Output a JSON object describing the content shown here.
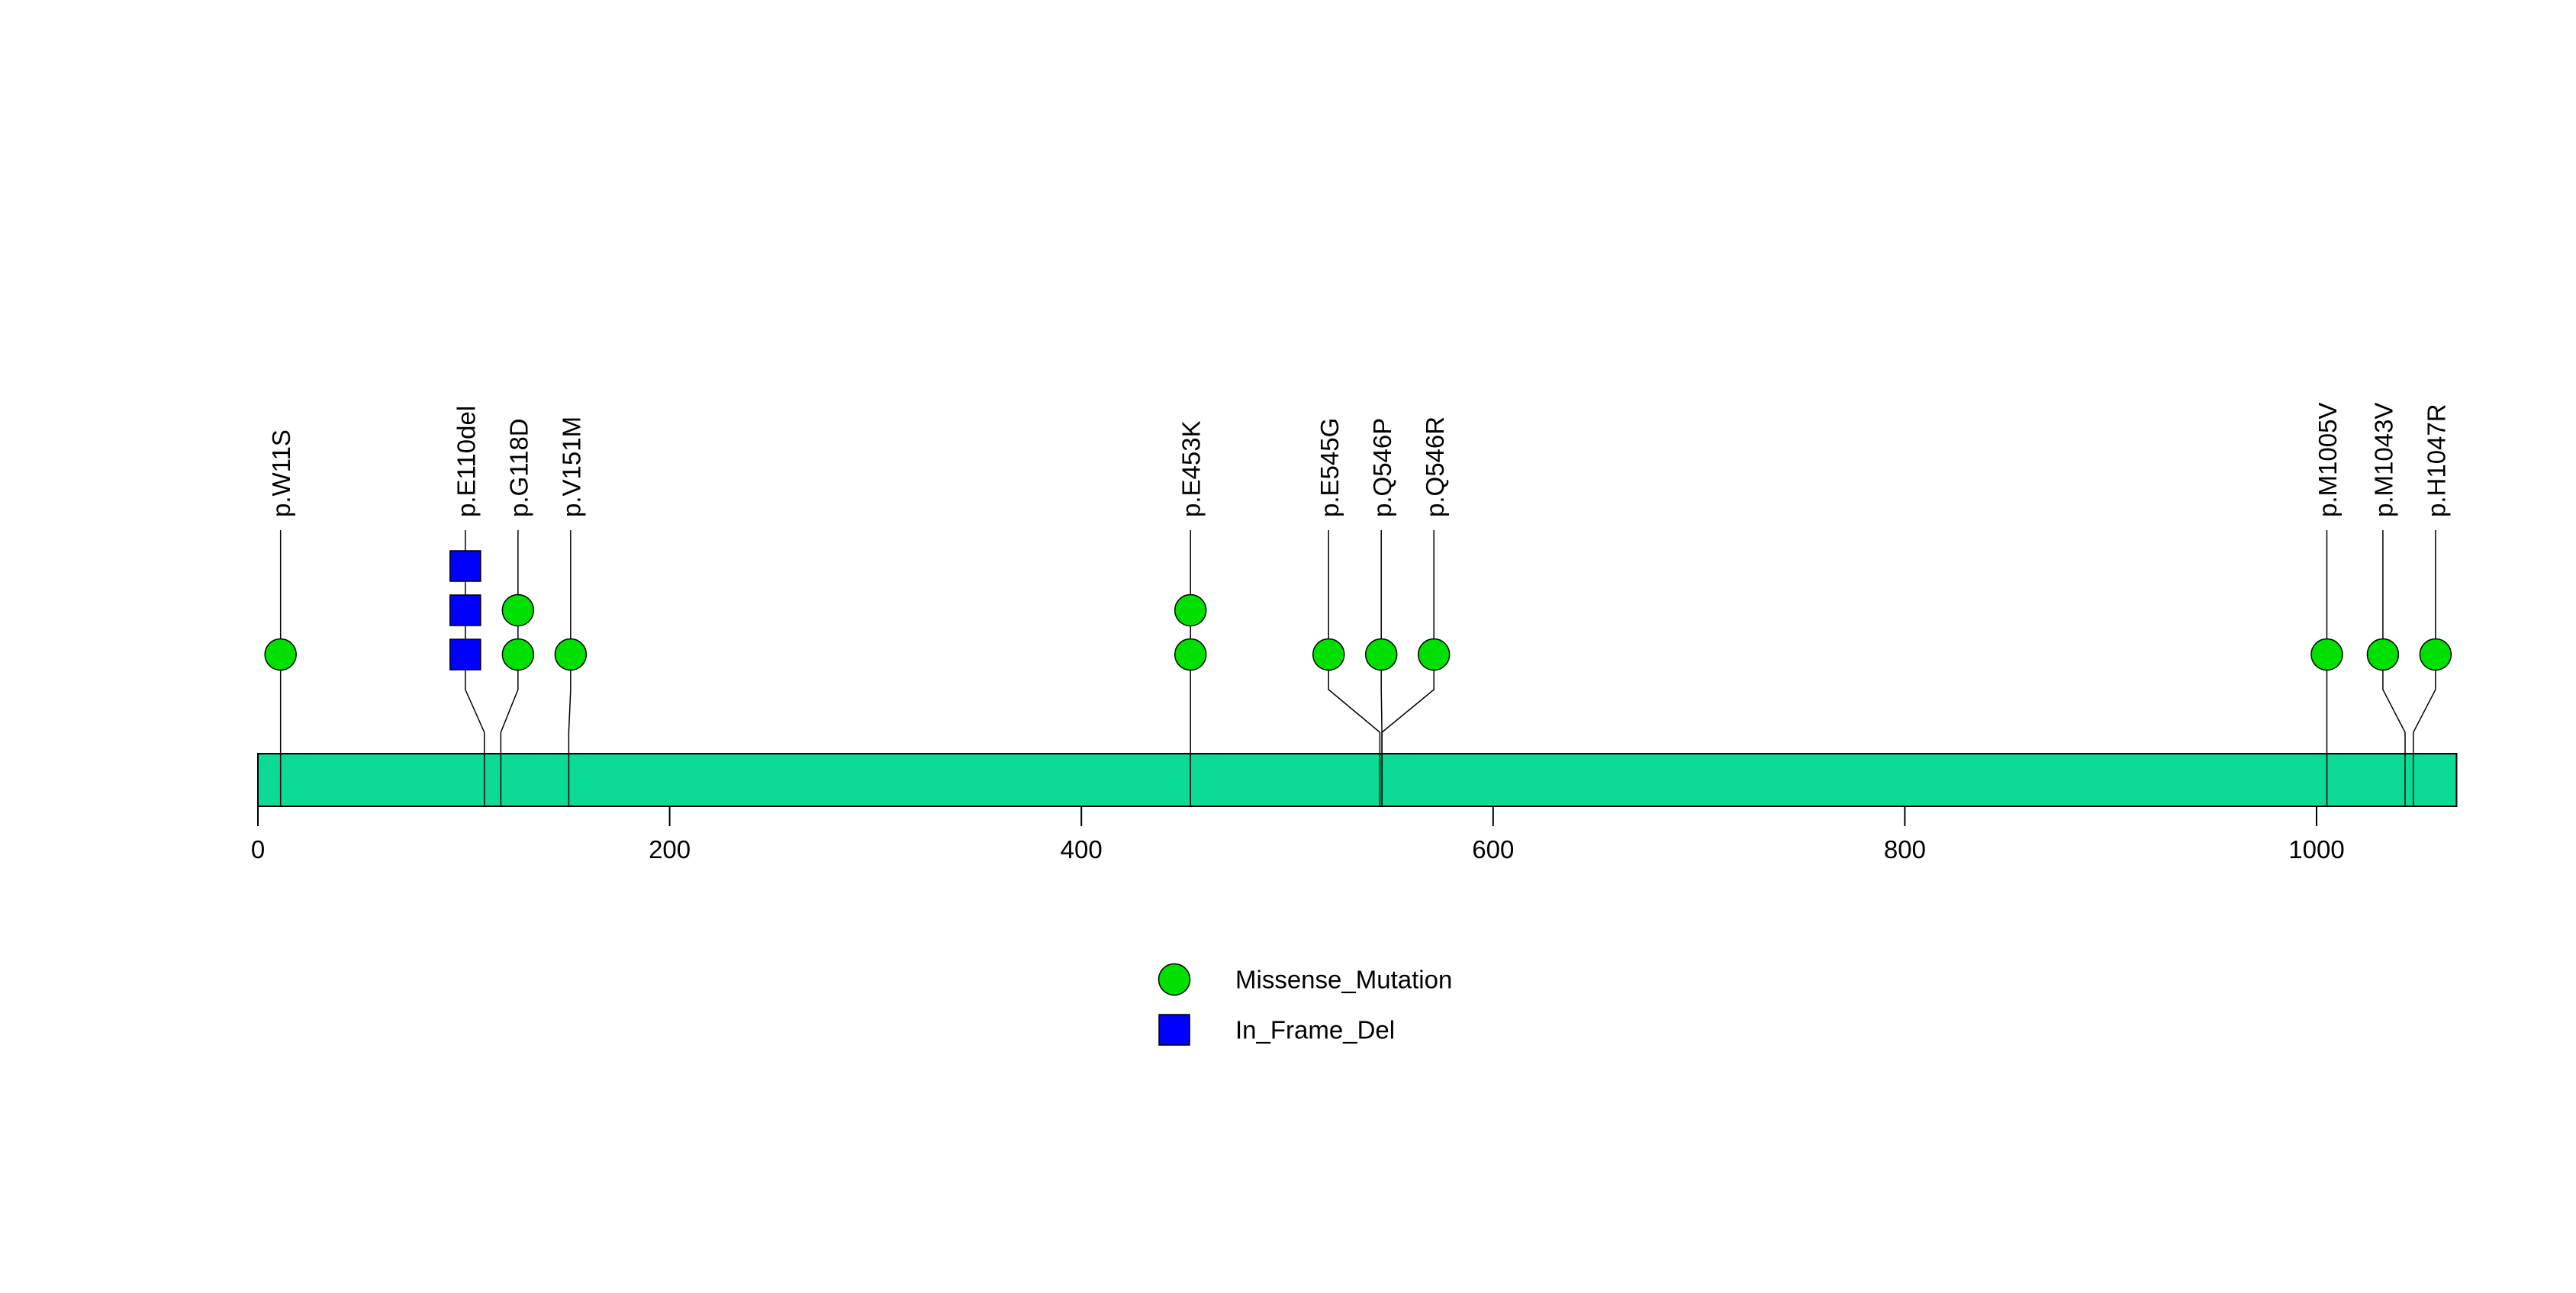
{
  "figure": {
    "background": "#FFFFFF",
    "description": "Lollipop mutation plot along a protein backbone"
  },
  "chart_data": {
    "type": "lollipop",
    "title": "",
    "xlabel": "",
    "ylabel": "",
    "xlim": [
      0,
      1068
    ],
    "axis_ticks": [
      0,
      200,
      400,
      600,
      800,
      1000
    ],
    "grid": false,
    "legend_position": "bottom-center",
    "mutations": [
      {
        "label": "p.W11S",
        "pos": 11,
        "count": 1,
        "type": "Missense_Mutation"
      },
      {
        "label": "p.E110del",
        "pos": 110,
        "count": 3,
        "type": "In_Frame_Del"
      },
      {
        "label": "p.G118D",
        "pos": 118,
        "count": 2,
        "type": "Missense_Mutation"
      },
      {
        "label": "p.V151M",
        "pos": 151,
        "count": 1,
        "type": "Missense_Mutation"
      },
      {
        "label": "p.E453K",
        "pos": 453,
        "count": 2,
        "type": "Missense_Mutation"
      },
      {
        "label": "p.E545G",
        "pos": 545,
        "count": 1,
        "type": "Missense_Mutation"
      },
      {
        "label": "p.Q546P",
        "pos": 546,
        "count": 1,
        "type": "Missense_Mutation"
      },
      {
        "label": "p.Q546R",
        "pos": 546,
        "count": 1,
        "type": "Missense_Mutation"
      },
      {
        "label": "p.M1005V",
        "pos": 1005,
        "count": 1,
        "type": "Missense_Mutation"
      },
      {
        "label": "p.M1043V",
        "pos": 1043,
        "count": 1,
        "type": "Missense_Mutation"
      },
      {
        "label": "p.H1047R",
        "pos": 1047,
        "count": 1,
        "type": "Missense_Mutation"
      }
    ],
    "legend": [
      {
        "label": "Missense_Mutation",
        "shape": "circle",
        "color": "#00E000"
      },
      {
        "label": "In_Frame_Del",
        "shape": "square",
        "color": "#0000FF"
      }
    ],
    "type_colors": {
      "Missense_Mutation": "#00E000",
      "In_Frame_Del": "#0000FF"
    },
    "colors": {
      "backbone": "#0BDB96",
      "stem": "#000000",
      "marker_outline": "#000000",
      "axis_text": "#000000"
    }
  }
}
